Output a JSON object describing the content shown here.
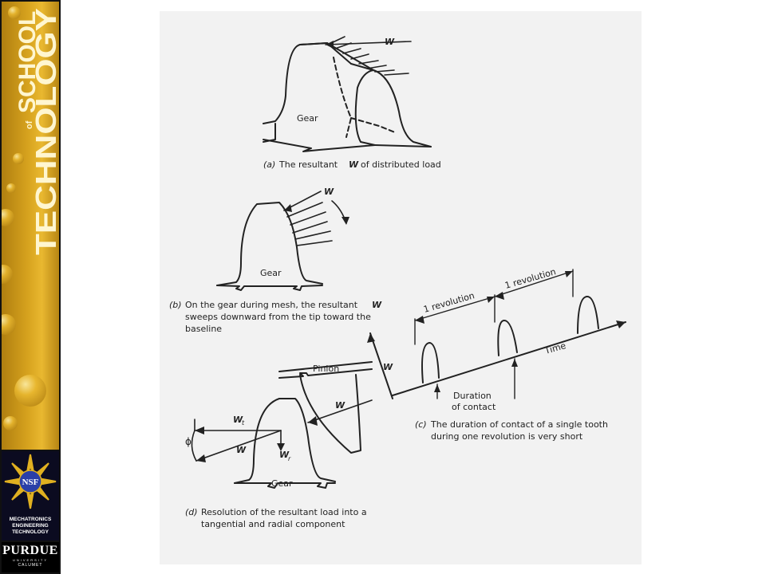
{
  "sidebar": {
    "school_word": "SCHOOL",
    "of_word": "of",
    "technology_word": "TECHNOLOGY",
    "nsf_label": "NSF",
    "mechatronics_lines": [
      "MECHATRONICS",
      "ENGINEERING",
      "TECHNOLOGY"
    ],
    "purdue_word": "PURDUE",
    "university_word": "UNIVERSITY",
    "campus_word": "CALUMET"
  },
  "figure": {
    "a": {
      "load_label": "W",
      "gear_label": "Gear",
      "caption_letter": "(a)",
      "caption_text": "The resultant",
      "caption_symbol": "W",
      "caption_rest": "of distributed load"
    },
    "b": {
      "load_label": "W",
      "gear_label": "Gear",
      "caption_letter": "(b)",
      "caption_line1": "On the gear during mesh, the resultant",
      "caption_symbol": "W",
      "caption_line2": "sweeps downward from the tip toward the",
      "caption_line3": "baseline"
    },
    "c": {
      "revolution_1": "1 revolution",
      "revolution_2": "1 revolution",
      "time_label": "Time",
      "axis_label": "W",
      "duration_line1": "Duration",
      "duration_line2": "of contact",
      "caption_letter": "(c)",
      "caption_line1": "The duration of contact of a single tooth",
      "caption_line2": "during one revolution is very short"
    },
    "d": {
      "pinion_label": "Pinion",
      "gear_label": "Gear",
      "w_label": "W",
      "wt_label": "W",
      "wt_sub": "t",
      "wr_label": "W",
      "wr_sub": "r",
      "w_left_label": "W",
      "phi_label": "ϕ",
      "caption_letter": "(d)",
      "caption_line1": "Resolution of the resultant load into a",
      "caption_line2": "tangential and radial component"
    }
  }
}
